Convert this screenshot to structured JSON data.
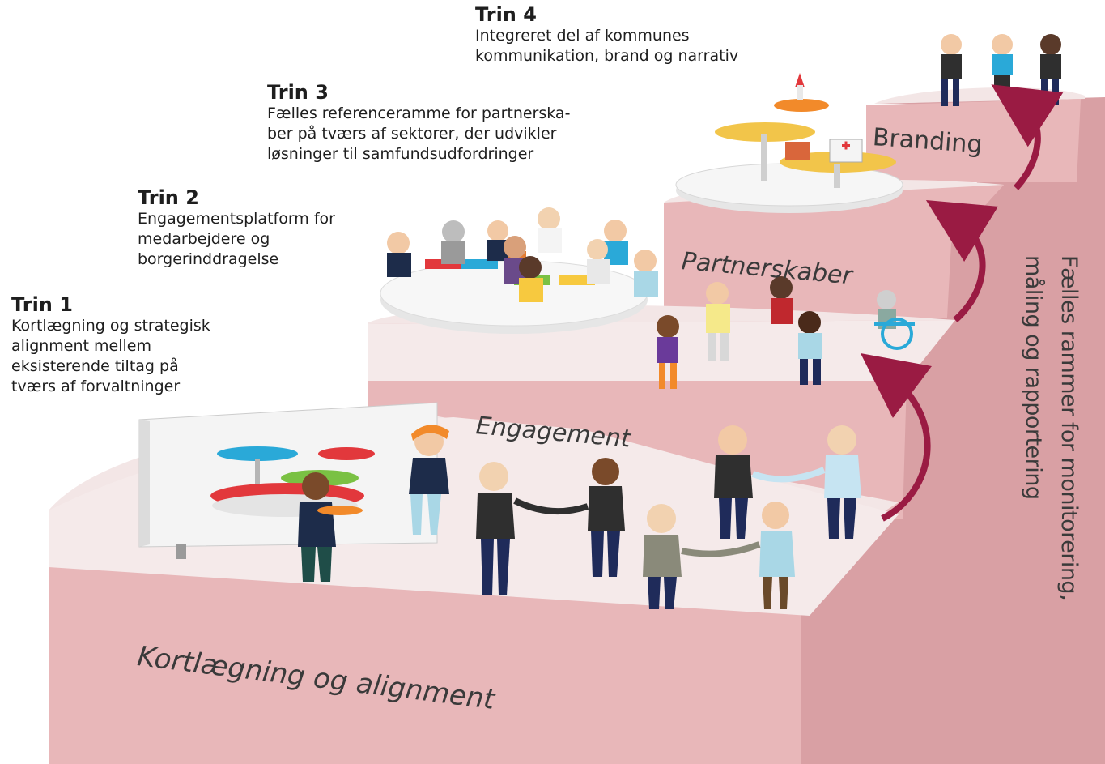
{
  "steps": [
    {
      "title": "Trin 1",
      "lines": [
        "Kortlægning og strategisk",
        "alignment mellem",
        "eksisterende tiltag på",
        "tværs af forvaltninger"
      ]
    },
    {
      "title": "Trin 2",
      "lines": [
        "Engagementsplatform for",
        "medarbejdere og",
        "borgerinddragelse"
      ]
    },
    {
      "title": "Trin 3",
      "lines": [
        "Fælles referenceramme for partnerska-",
        "ber på tværs af sektorer, der udvikler",
        "løsninger til samfundsudfordringer"
      ]
    },
    {
      "title": "Trin 4",
      "lines": [
        "Integreret del af kommunes",
        "kommunikation, brand og narrativ"
      ]
    }
  ],
  "stair_labels": {
    "step1": "Kortlægning og alignment",
    "step2": "Engagement",
    "step3": "Partnerskaber",
    "step4": "Branding"
  },
  "side_text": {
    "line1": "Fælles rammer for monitorering,",
    "line2": "måling og rapportering"
  },
  "colors": {
    "stair_front": "#e8b7b9",
    "stair_side": "#d9a0a4",
    "stair_top": "#f3e6e6",
    "arrow": "#9a1b43",
    "text": "#1e1e1e"
  },
  "icons": [
    "people-figures-icon",
    "round-table-icon",
    "wheelchair-icon",
    "rocket-icon",
    "hospital-icon",
    "whiteboard-icon"
  ]
}
